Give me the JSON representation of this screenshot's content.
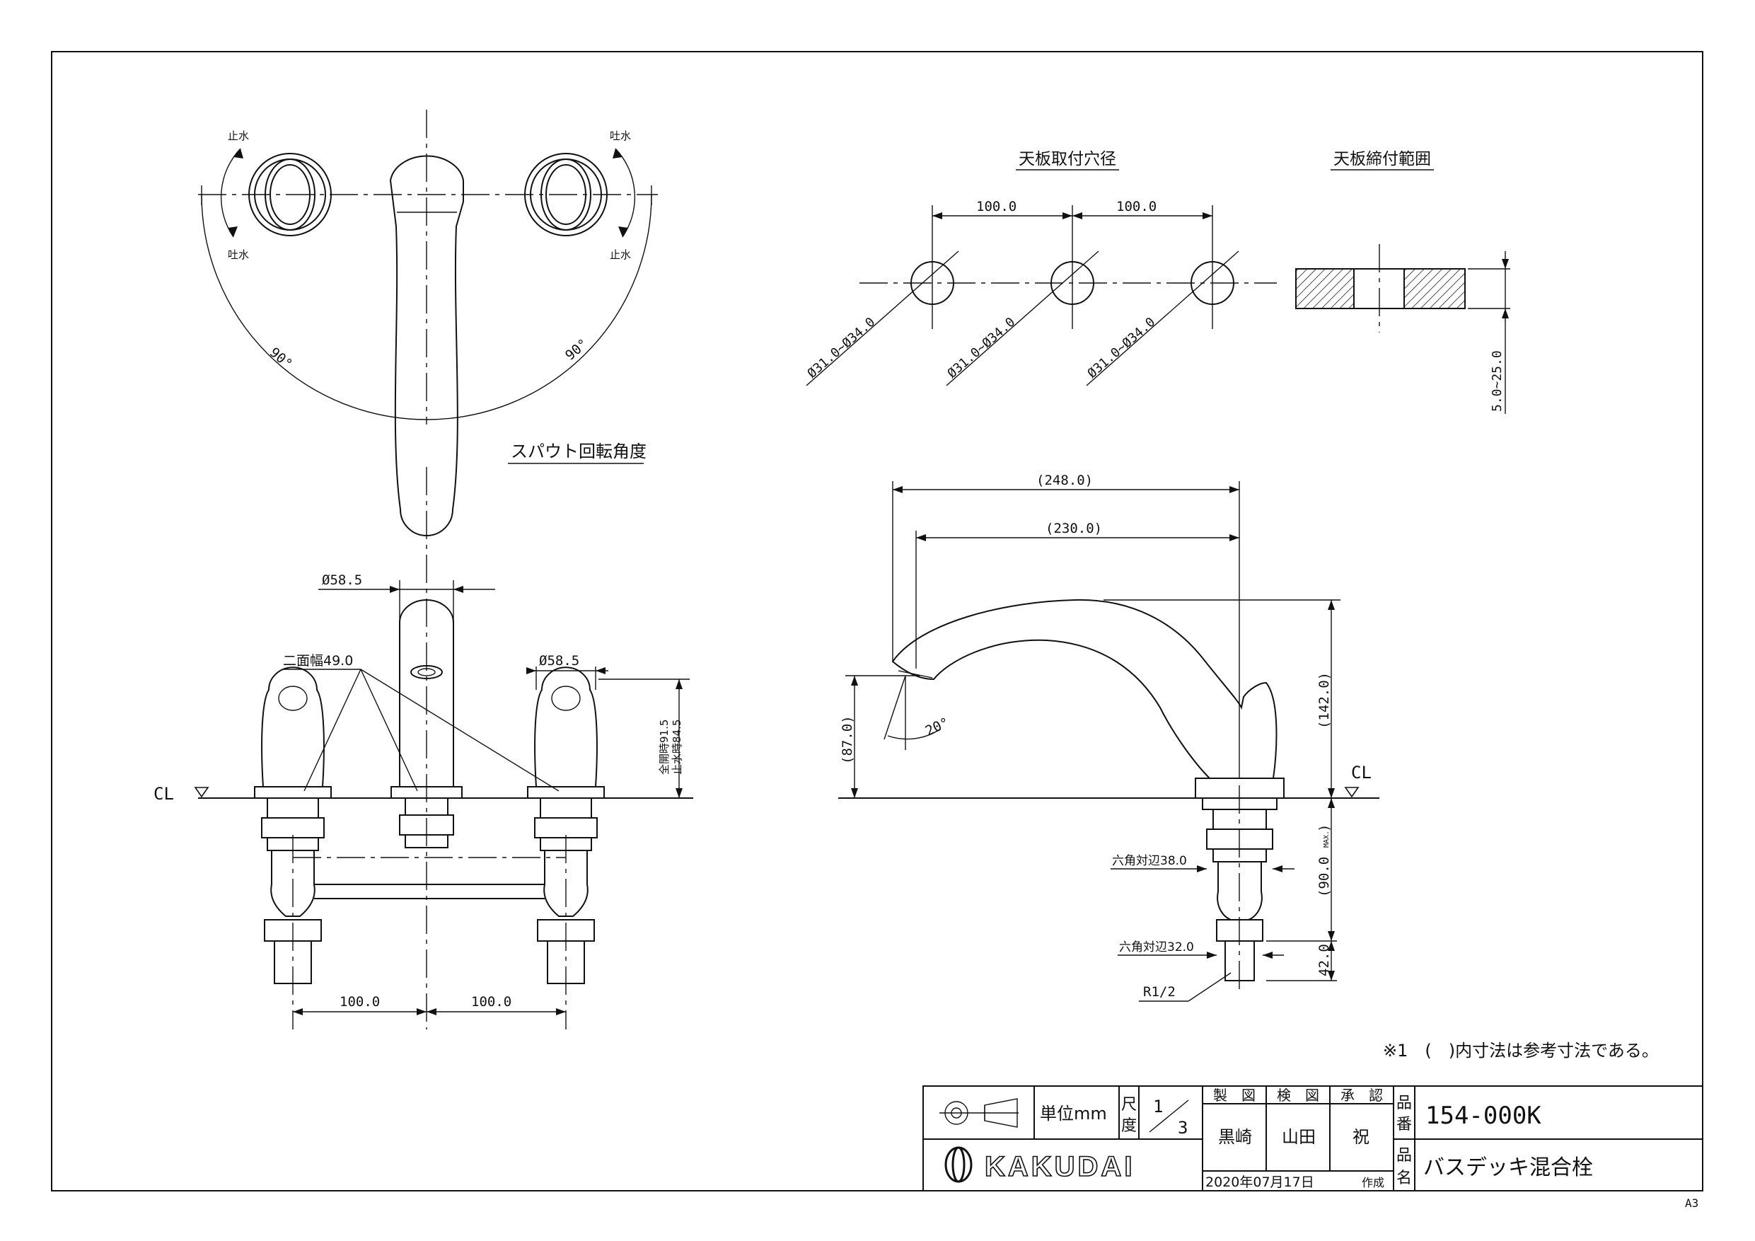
{
  "top_view": {
    "label_stop_left": "止水",
    "label_spout_left": "吐水",
    "label_spout_right": "吐水",
    "label_stop_right": "止水",
    "angle_left": "90°",
    "angle_right": "90°",
    "title": "スパウト回転角度"
  },
  "holes": {
    "title": "天板取付穴径",
    "pitch_1": "100.0",
    "pitch_2": "100.0",
    "dia_1": "Ø31.0~Ø34.0",
    "dia_2": "Ø31.0~Ø34.0",
    "dia_3": "Ø31.0~Ø34.0"
  },
  "deck": {
    "title": "天板締付範囲",
    "range": "5.0~25.0"
  },
  "front_view": {
    "dia_spout": "Ø58.5",
    "dia_handle": "Ø58.5",
    "width_across": "二面幅49.0",
    "height_open": "全開時91.5",
    "height_closed": "止水時84.5",
    "cl": "CL",
    "pitch_1": "100.0",
    "pitch_2": "100.0"
  },
  "side_view": {
    "total_reach": "(248.0)",
    "spout_reach": "(230.0)",
    "height_total": "(142.0)",
    "height_outlet": "(87.0)",
    "angle": "20°",
    "cl": "CL",
    "below_deck": "(90.0",
    "below_deck_sub": "MAX.",
    "below_deck_close": ")",
    "thread_len": "42.0",
    "hex_38": "六角対辺38.0",
    "hex_32": "六角対辺32.0",
    "thread": "R1/2"
  },
  "note": "※1　(　)内寸法は参考寸法である。",
  "title_block": {
    "unit_label": "単位mm",
    "scale_label_1": "尺",
    "scale_label_2": "度",
    "scale_num": "1",
    "scale_den": "3",
    "h_made": "製　図",
    "h_checked": "検　図",
    "h_approved": "承　認",
    "made_by": "黒崎",
    "checked_by": "山田",
    "approved_by": "祝",
    "date": "2020年07月17日",
    "date_suffix": "作成",
    "no_label_1": "品",
    "no_label_2": "番",
    "part_no": "154-000K",
    "name_label_1": "品",
    "name_label_2": "名",
    "part_name": "バスデッキ混合栓",
    "brand": "KAKUDAI"
  },
  "sheet_size": "A3"
}
